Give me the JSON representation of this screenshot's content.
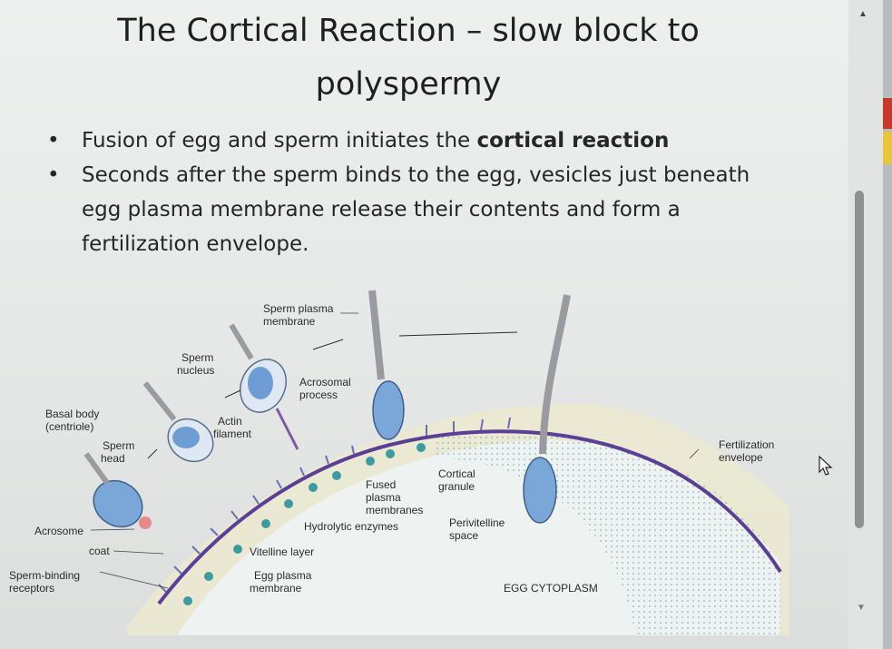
{
  "slide": {
    "title_line1": "The Cortical Reaction – slow block to",
    "title_line2": "polyspermy",
    "bullet1_prefix": "Fusion of egg and sperm initiates the ",
    "bullet1_bold": "cortical reaction",
    "bullet2": "Seconds after the sperm binds to the egg, vesicles just beneath egg plasma membrane release their contents and form a fertilization envelope."
  },
  "diagram": {
    "labels": {
      "sperm_plasma_membrane_1": "Sperm plasma",
      "sperm_plasma_membrane_2": "membrane",
      "sperm_nucleus_1": "Sperm",
      "sperm_nucleus_2": "nucleus",
      "acrosomal_process_1": "Acrosomal",
      "acrosomal_process_2": "process",
      "basal_body_1": "Basal body",
      "basal_body_2": "(centriole)",
      "actin_filament_1": "Actin",
      "actin_filament_2": "filament",
      "sperm_head_1": "Sperm",
      "sperm_head_2": "head",
      "fertilization_envelope_1": "Fertilization",
      "fertilization_envelope_2": "envelope",
      "cortical_granule_1": "Cortical",
      "cortical_granule_2": "granule",
      "fused_membranes_1": "Fused",
      "fused_membranes_2": "plasma",
      "fused_membranes_3": "membranes",
      "acrosome": "Acrosome",
      "jelly_coat": "coat",
      "hydrolytic_enzymes": "Hydrolytic enzymes",
      "perivitelline_1": "Perivitelline",
      "perivitelline_2": "space",
      "vitelline_layer": "Vitelline layer",
      "receptors_1": "Sperm-binding",
      "receptors_2": "receptors",
      "egg_membrane_1": "Egg plasma",
      "egg_membrane_2": "membrane",
      "egg_cytoplasm": "EGG CYTOPLASM"
    }
  },
  "colors": {
    "accent_purple": "#5b3f95",
    "granule_teal": "#3f9aa0",
    "sperm_blue": "#7aa7d8",
    "jelly_cream": "#ece9d4"
  },
  "icons": {
    "cursor": "mouse-pointer-icon",
    "scroll_up": "triangle-up-icon",
    "scroll_down": "triangle-down-icon"
  }
}
